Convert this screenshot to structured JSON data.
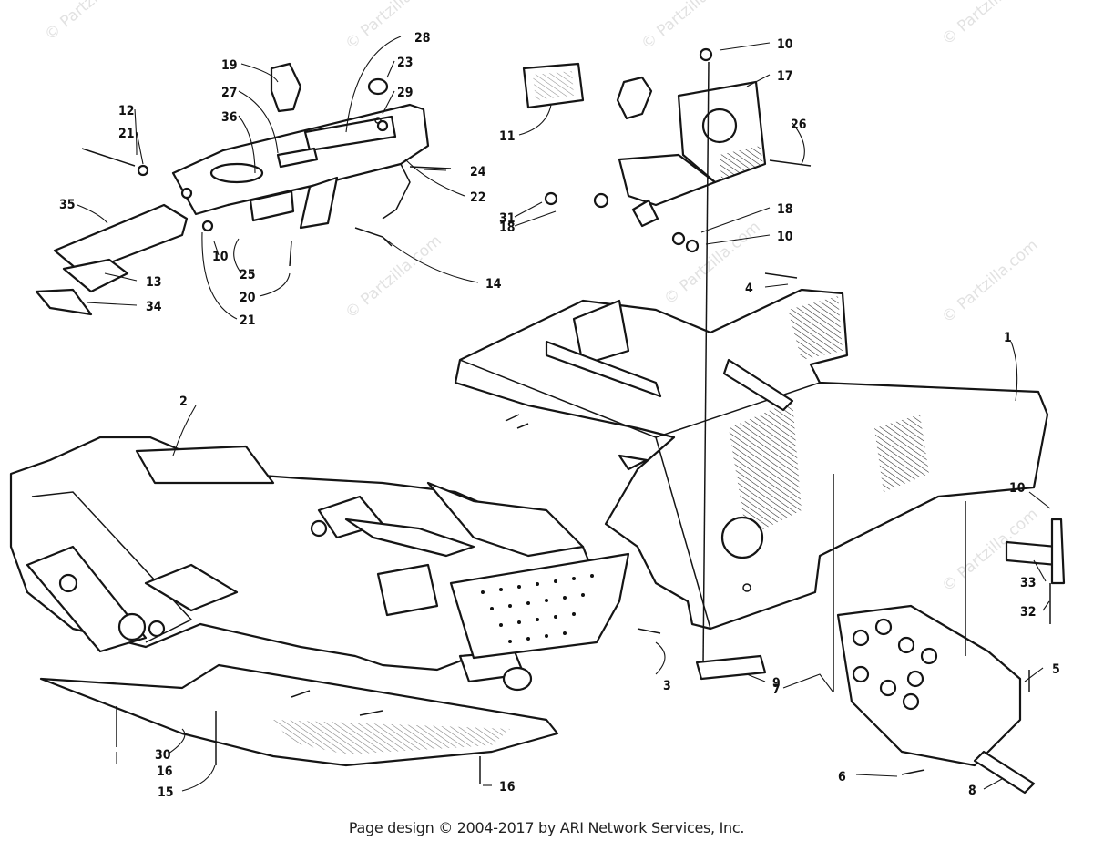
{
  "watermark": "© Partzilla.com",
  "footer": "Page design © 2004-2017 by ARI Network Services, Inc.",
  "callouts": [
    {
      "id": "c1",
      "label": "1"
    },
    {
      "id": "c2",
      "label": "2"
    },
    {
      "id": "c3",
      "label": "3"
    },
    {
      "id": "c4",
      "label": "4"
    },
    {
      "id": "c5",
      "label": "5"
    },
    {
      "id": "c6",
      "label": "6"
    },
    {
      "id": "c7",
      "label": "7"
    },
    {
      "id": "c8",
      "label": "8"
    },
    {
      "id": "c9",
      "label": "9"
    },
    {
      "id": "c10a",
      "label": "10"
    },
    {
      "id": "c10b",
      "label": "10"
    },
    {
      "id": "c10c",
      "label": "10"
    },
    {
      "id": "c10d",
      "label": "10"
    },
    {
      "id": "c11",
      "label": "11"
    },
    {
      "id": "c12",
      "label": "12"
    },
    {
      "id": "c13",
      "label": "13"
    },
    {
      "id": "c14",
      "label": "14"
    },
    {
      "id": "c15",
      "label": "15"
    },
    {
      "id": "c16a",
      "label": "16"
    },
    {
      "id": "c16b",
      "label": "16"
    },
    {
      "id": "c17",
      "label": "17"
    },
    {
      "id": "c18a",
      "label": "18"
    },
    {
      "id": "c18b",
      "label": "18"
    },
    {
      "id": "c19",
      "label": "19"
    },
    {
      "id": "c20",
      "label": "20"
    },
    {
      "id": "c21a",
      "label": "21"
    },
    {
      "id": "c21b",
      "label": "21"
    },
    {
      "id": "c22",
      "label": "22"
    },
    {
      "id": "c23",
      "label": "23"
    },
    {
      "id": "c24",
      "label": "24"
    },
    {
      "id": "c25",
      "label": "25"
    },
    {
      "id": "c26",
      "label": "26"
    },
    {
      "id": "c27",
      "label": "27"
    },
    {
      "id": "c28",
      "label": "28"
    },
    {
      "id": "c29",
      "label": "29"
    },
    {
      "id": "c30",
      "label": "30"
    },
    {
      "id": "c31",
      "label": "31"
    },
    {
      "id": "c32",
      "label": "32"
    },
    {
      "id": "c33",
      "label": "33"
    },
    {
      "id": "c34",
      "label": "34"
    },
    {
      "id": "c35",
      "label": "35"
    },
    {
      "id": "c36",
      "label": "36"
    }
  ]
}
